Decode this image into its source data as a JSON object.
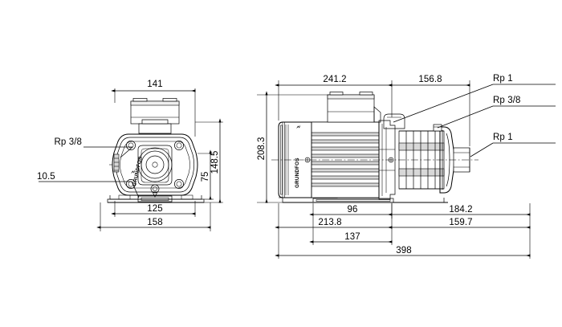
{
  "document": {
    "type": "technical-dimensional-drawing",
    "subject": "Grundfos horizontal multistage centrifugal pump",
    "background_color": "#ffffff",
    "line_color": "#000000",
    "brand_text": "GRUNDFOS"
  },
  "views": {
    "front": {
      "name": "front-end-view",
      "labels": {
        "port_thread": "Rp 3/8",
        "foot_thickness": "10.5"
      },
      "dimensions": {
        "width_overall": "141",
        "height_overall": "148.5",
        "height_shaft": "75",
        "foot_bolt_spacing": "125",
        "base_width": "158"
      }
    },
    "side": {
      "name": "side-section-view",
      "labels": {
        "suction_port": "Rp 1",
        "priming_port": "Rp 3/8",
        "discharge_port": "Rp 1"
      },
      "dimensions": {
        "motor_length": "241.2",
        "pump_length": "156.8",
        "height_overall": "208.3",
        "foot_inner": "96",
        "discharge_offset": "184.2",
        "base_to_port": "213.8",
        "port_to_end": "159.7",
        "foot_spacing": "137",
        "length_overall": "398"
      }
    }
  },
  "dimension_values": {
    "d141": "141",
    "d148_5": "148.5",
    "d75": "75",
    "d125": "125",
    "d158": "158",
    "d10_5": "10.5",
    "rp38_left": "Rp 3/8",
    "d241_2": "241.2",
    "d156_8": "156.8",
    "d208_3": "208.3",
    "d96": "96",
    "d184_2": "184.2",
    "d213_8": "213.8",
    "d159_7": "159.7",
    "d137": "137",
    "d398": "398",
    "rp1_top": "Rp 1",
    "rp38_right": "Rp 3/8",
    "rp1_bottom": "Rp 1"
  }
}
